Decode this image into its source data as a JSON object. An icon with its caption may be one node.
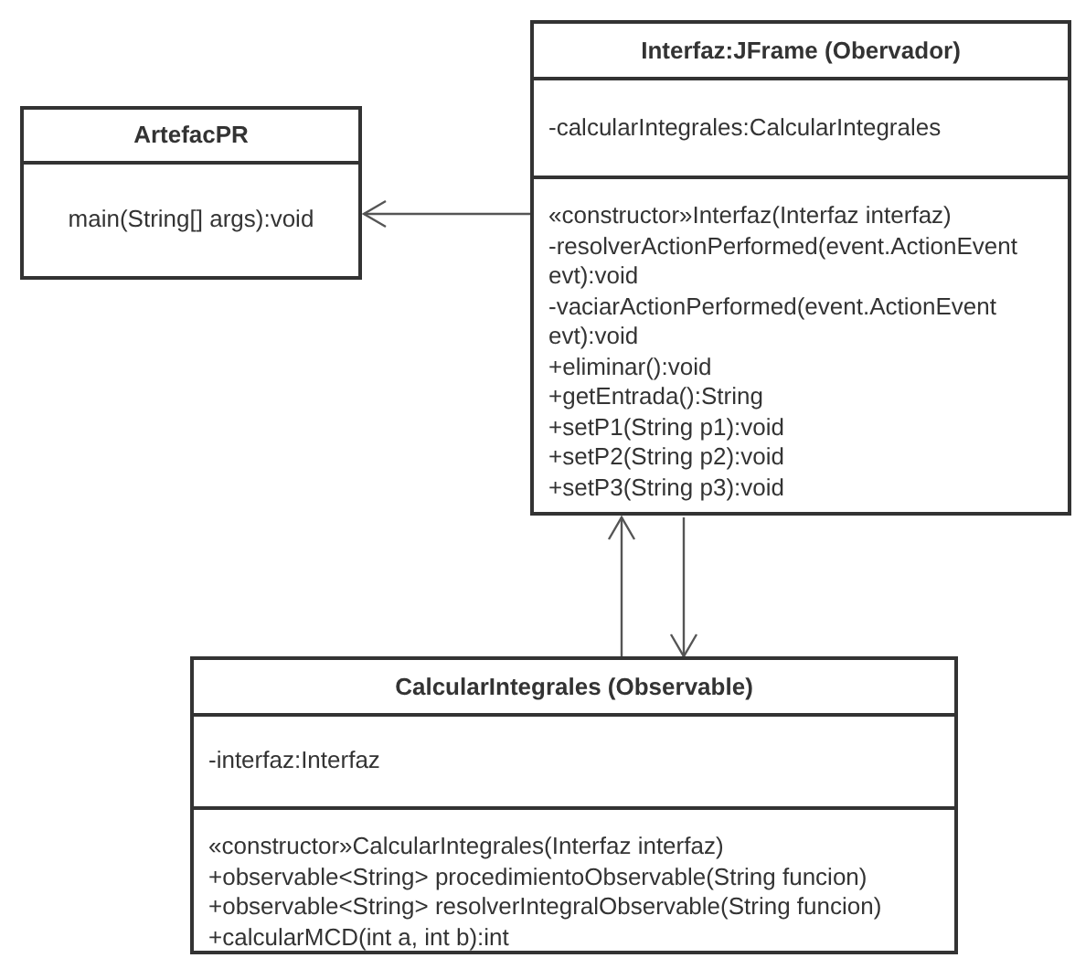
{
  "diagram": {
    "nodes": [
      {
        "text": [
          "ArtefacPR",
          "main(String[] args):void"
        ]
      },
      {
        "text": [
          "Interfaz:JFrame (Obervador)",
          "-calcularIntegrales:CalcularIntegrales",
          "«constructor»Interfaz(Interfaz interfaz)",
          "-resolverActionPerformed(event.ActionEvent evt):void",
          "-vaciarActionPerformed(event.ActionEvent evt):void",
          "+eliminar():void",
          "+getEntrada():String",
          "+setP1(String p1):void",
          "+setP2(String p2):void",
          "+setP3(String p3):void"
        ]
      },
      {
        "text": [
          "CalcularIntegrales (Observable)",
          "-interfaz:Interfaz",
          "«constructor»CalcularIntegrales(Interfaz interfaz)",
          "+observable<String> procedimientoObservable(String funcion)",
          "+observable<String> resolverIntegralObservable(String funcion)",
          "+calcularMCD(int a, int b):int"
        ]
      }
    ],
    "edges": [
      {
        "from": 1,
        "to": 0,
        "arrow": "to"
      },
      {
        "from": 2,
        "to": 1,
        "arrow": "to"
      },
      {
        "from": 1,
        "to": 2,
        "arrow": "to"
      }
    ]
  }
}
